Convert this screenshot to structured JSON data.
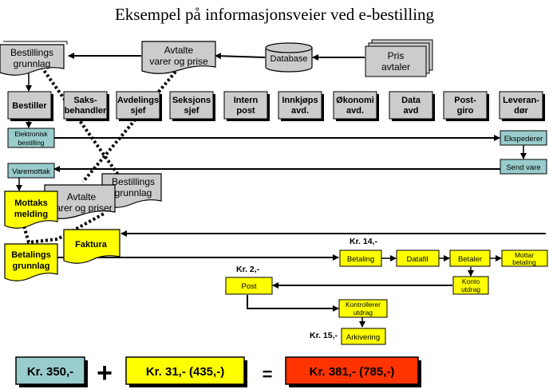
{
  "title": "Eksempel på informasjonsveier ved e-bestilling",
  "top_row": {
    "bestillingsgrunnlag": [
      "Bestillings",
      "grunnlag"
    ],
    "avtalte_varer": [
      "Avtalte",
      "varer og prise"
    ],
    "database": "Database",
    "prisavtaler": [
      "Pris",
      "avtaler"
    ]
  },
  "actors": [
    [
      "Bestiller"
    ],
    [
      "Saks-",
      "behandler"
    ],
    [
      "Avdelings",
      "sjef"
    ],
    [
      "Seksjons",
      "sjef"
    ],
    [
      "Intern",
      "post"
    ],
    [
      "Innkjøps",
      "avd."
    ],
    [
      "Økonomi",
      "avd."
    ],
    [
      "Data",
      "avd"
    ],
    [
      "Post-",
      "giro"
    ],
    [
      "Leveran-",
      "dør"
    ]
  ],
  "flow": {
    "elektronisk_bestilling": [
      "Elektronisk",
      "bestilling"
    ],
    "ekspederer": "Ekspederer",
    "send_vare": "Send vare",
    "varemottak": "Varemottak",
    "bestillingsgrunnlag_copy": [
      "Bestillings",
      "grunnlag"
    ],
    "avtalte_varer_copy": [
      "Avtalte",
      "varer og priser"
    ],
    "mottaksmelding": [
      "Mottaks",
      "melding"
    ],
    "faktura": "Faktura",
    "betalingsgrunnlag": [
      "Betalings",
      "grunnlag"
    ]
  },
  "payment": {
    "kr14": "Kr. 14,-",
    "betaling": "Betaling",
    "datafil": "Datafil",
    "betaler": "Betaler",
    "mottar_betaling": [
      "Mottar",
      "betaling"
    ],
    "kr2": "Kr. 2,-",
    "post": "Post",
    "kontoutdrag": [
      "Konto",
      "utdrag"
    ],
    "kontrollerer": [
      "Kontrollerer",
      "utdrag"
    ],
    "kr15": "Kr. 15,-",
    "arkivering": "Arkivering"
  },
  "totals": {
    "a": "Kr. 350,-",
    "plus": "+",
    "b": "Kr. 31,- (435,-)",
    "equals": "=",
    "c": "Kr. 381,- (785,-)"
  },
  "colors": {
    "teal": "#99cccc",
    "gray": "#cccccc",
    "yellow": "#ffff00",
    "red": "#ff3300"
  }
}
